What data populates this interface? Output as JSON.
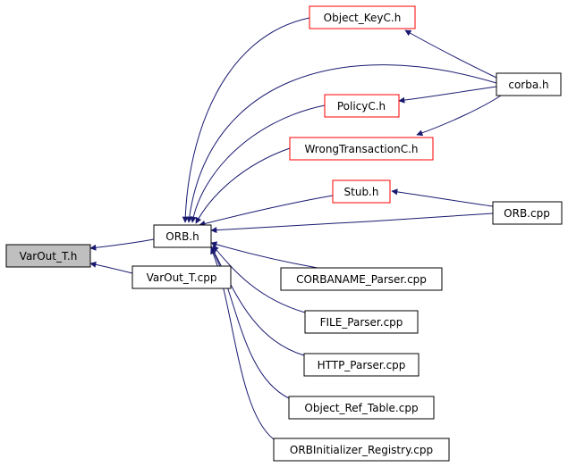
{
  "colors": {
    "edge": "#191970",
    "border_default": "#000000",
    "border_truncated": "#ff0000",
    "focus_fill": "#bfbfbf",
    "node_fill": "#ffffff"
  },
  "nodes": {
    "varout_t_h": "VarOut_T.h",
    "orb_h": "ORB.h",
    "varout_t_cpp": "VarOut_T.cpp",
    "object_keyc_h": "Object_KeyC.h",
    "corba_h": "corba.h",
    "policyc_h": "PolicyC.h",
    "wrongtransactionc_h": "WrongTransactionC.h",
    "stub_h": "Stub.h",
    "orb_cpp": "ORB.cpp",
    "corbaname_parser_cpp": "CORBANAME_Parser.cpp",
    "file_parser_cpp": "FILE_Parser.cpp",
    "http_parser_cpp": "HTTP_Parser.cpp",
    "object_ref_table_cpp": "Object_Ref_Table.cpp",
    "orbinitializer_registry_cpp": "ORBInitializer_Registry.cpp"
  }
}
